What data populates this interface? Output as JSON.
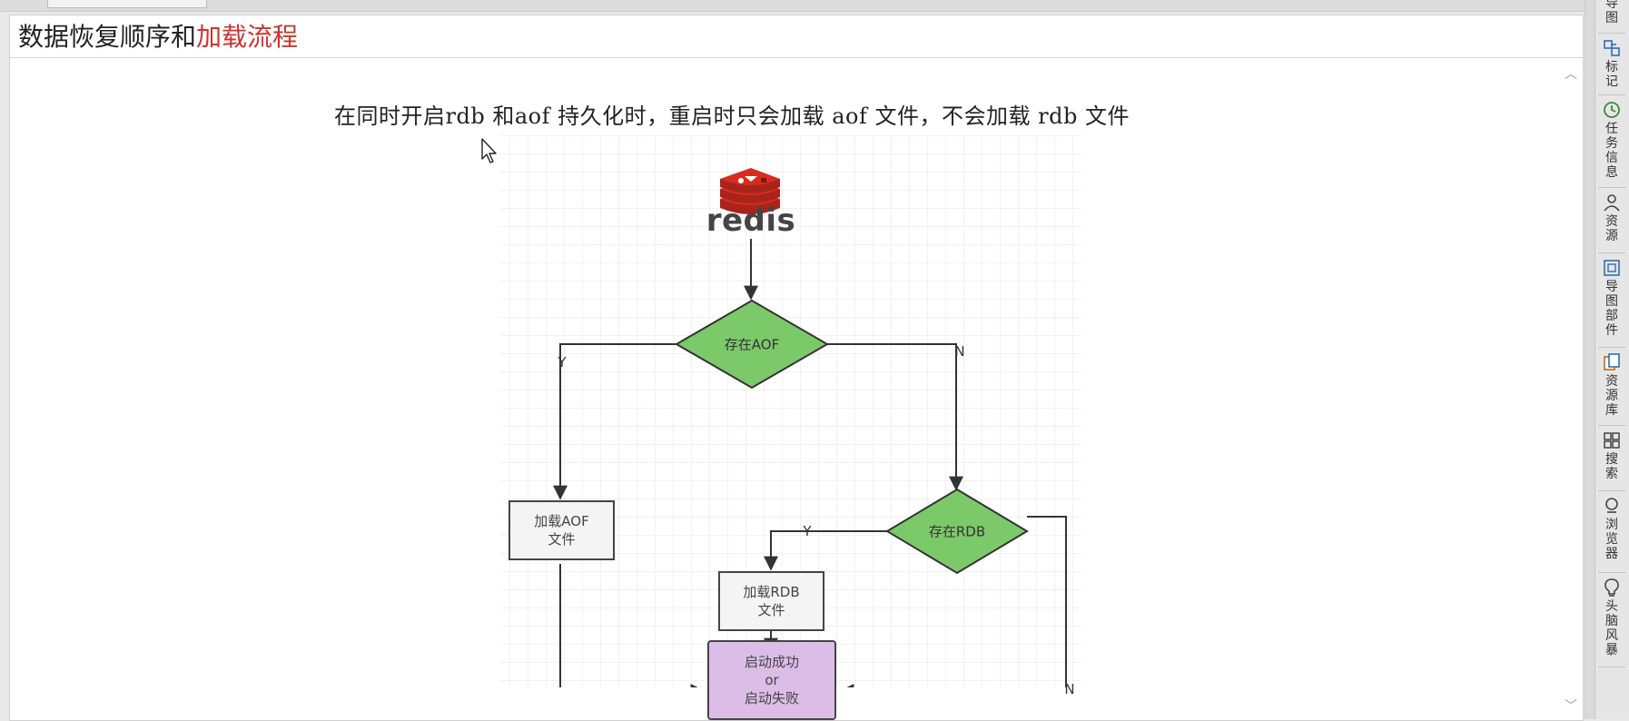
{
  "note": {
    "title_plain": "数据恢复顺序和",
    "title_accent": "加载流程",
    "subtitle": "在同时开启rdb 和aof 持久化时，重启时只会加载 aof 文件，不会加载 rdb 文件"
  },
  "flowchart": {
    "logo_text": "redis",
    "aof_decision": "存在AOF",
    "rdb_decision": "存在RDB",
    "load_aof_line1": "加载AOF",
    "load_aof_line2": "文件",
    "load_rdb_line1": "加载RDB",
    "load_rdb_line2": "文件",
    "result_line1": "启动成功",
    "result_line2": "or",
    "result_line3": "启动失败",
    "yes_label": "Y",
    "no_label": "N"
  },
  "sidebar": {
    "items": [
      {
        "label": "导图",
        "icon": "map-icon"
      },
      {
        "label": "标记",
        "icon": "marker-icon"
      },
      {
        "label": "任务信息",
        "icon": "task-icon"
      },
      {
        "label": "资源",
        "icon": "user-icon"
      },
      {
        "label": "导图部件",
        "icon": "widget-icon"
      },
      {
        "label": "资源库",
        "icon": "library-icon"
      },
      {
        "label": "搜索",
        "icon": "search-icon"
      },
      {
        "label": "浏览器",
        "icon": "browser-icon"
      },
      {
        "label": "头脑风暴",
        "icon": "lightbulb-icon"
      }
    ]
  },
  "colors": {
    "accent_red": "#d0312d",
    "decision_green": "#7cc96a",
    "result_purple": "#dcbde8",
    "logo_red": "#d82c20"
  }
}
